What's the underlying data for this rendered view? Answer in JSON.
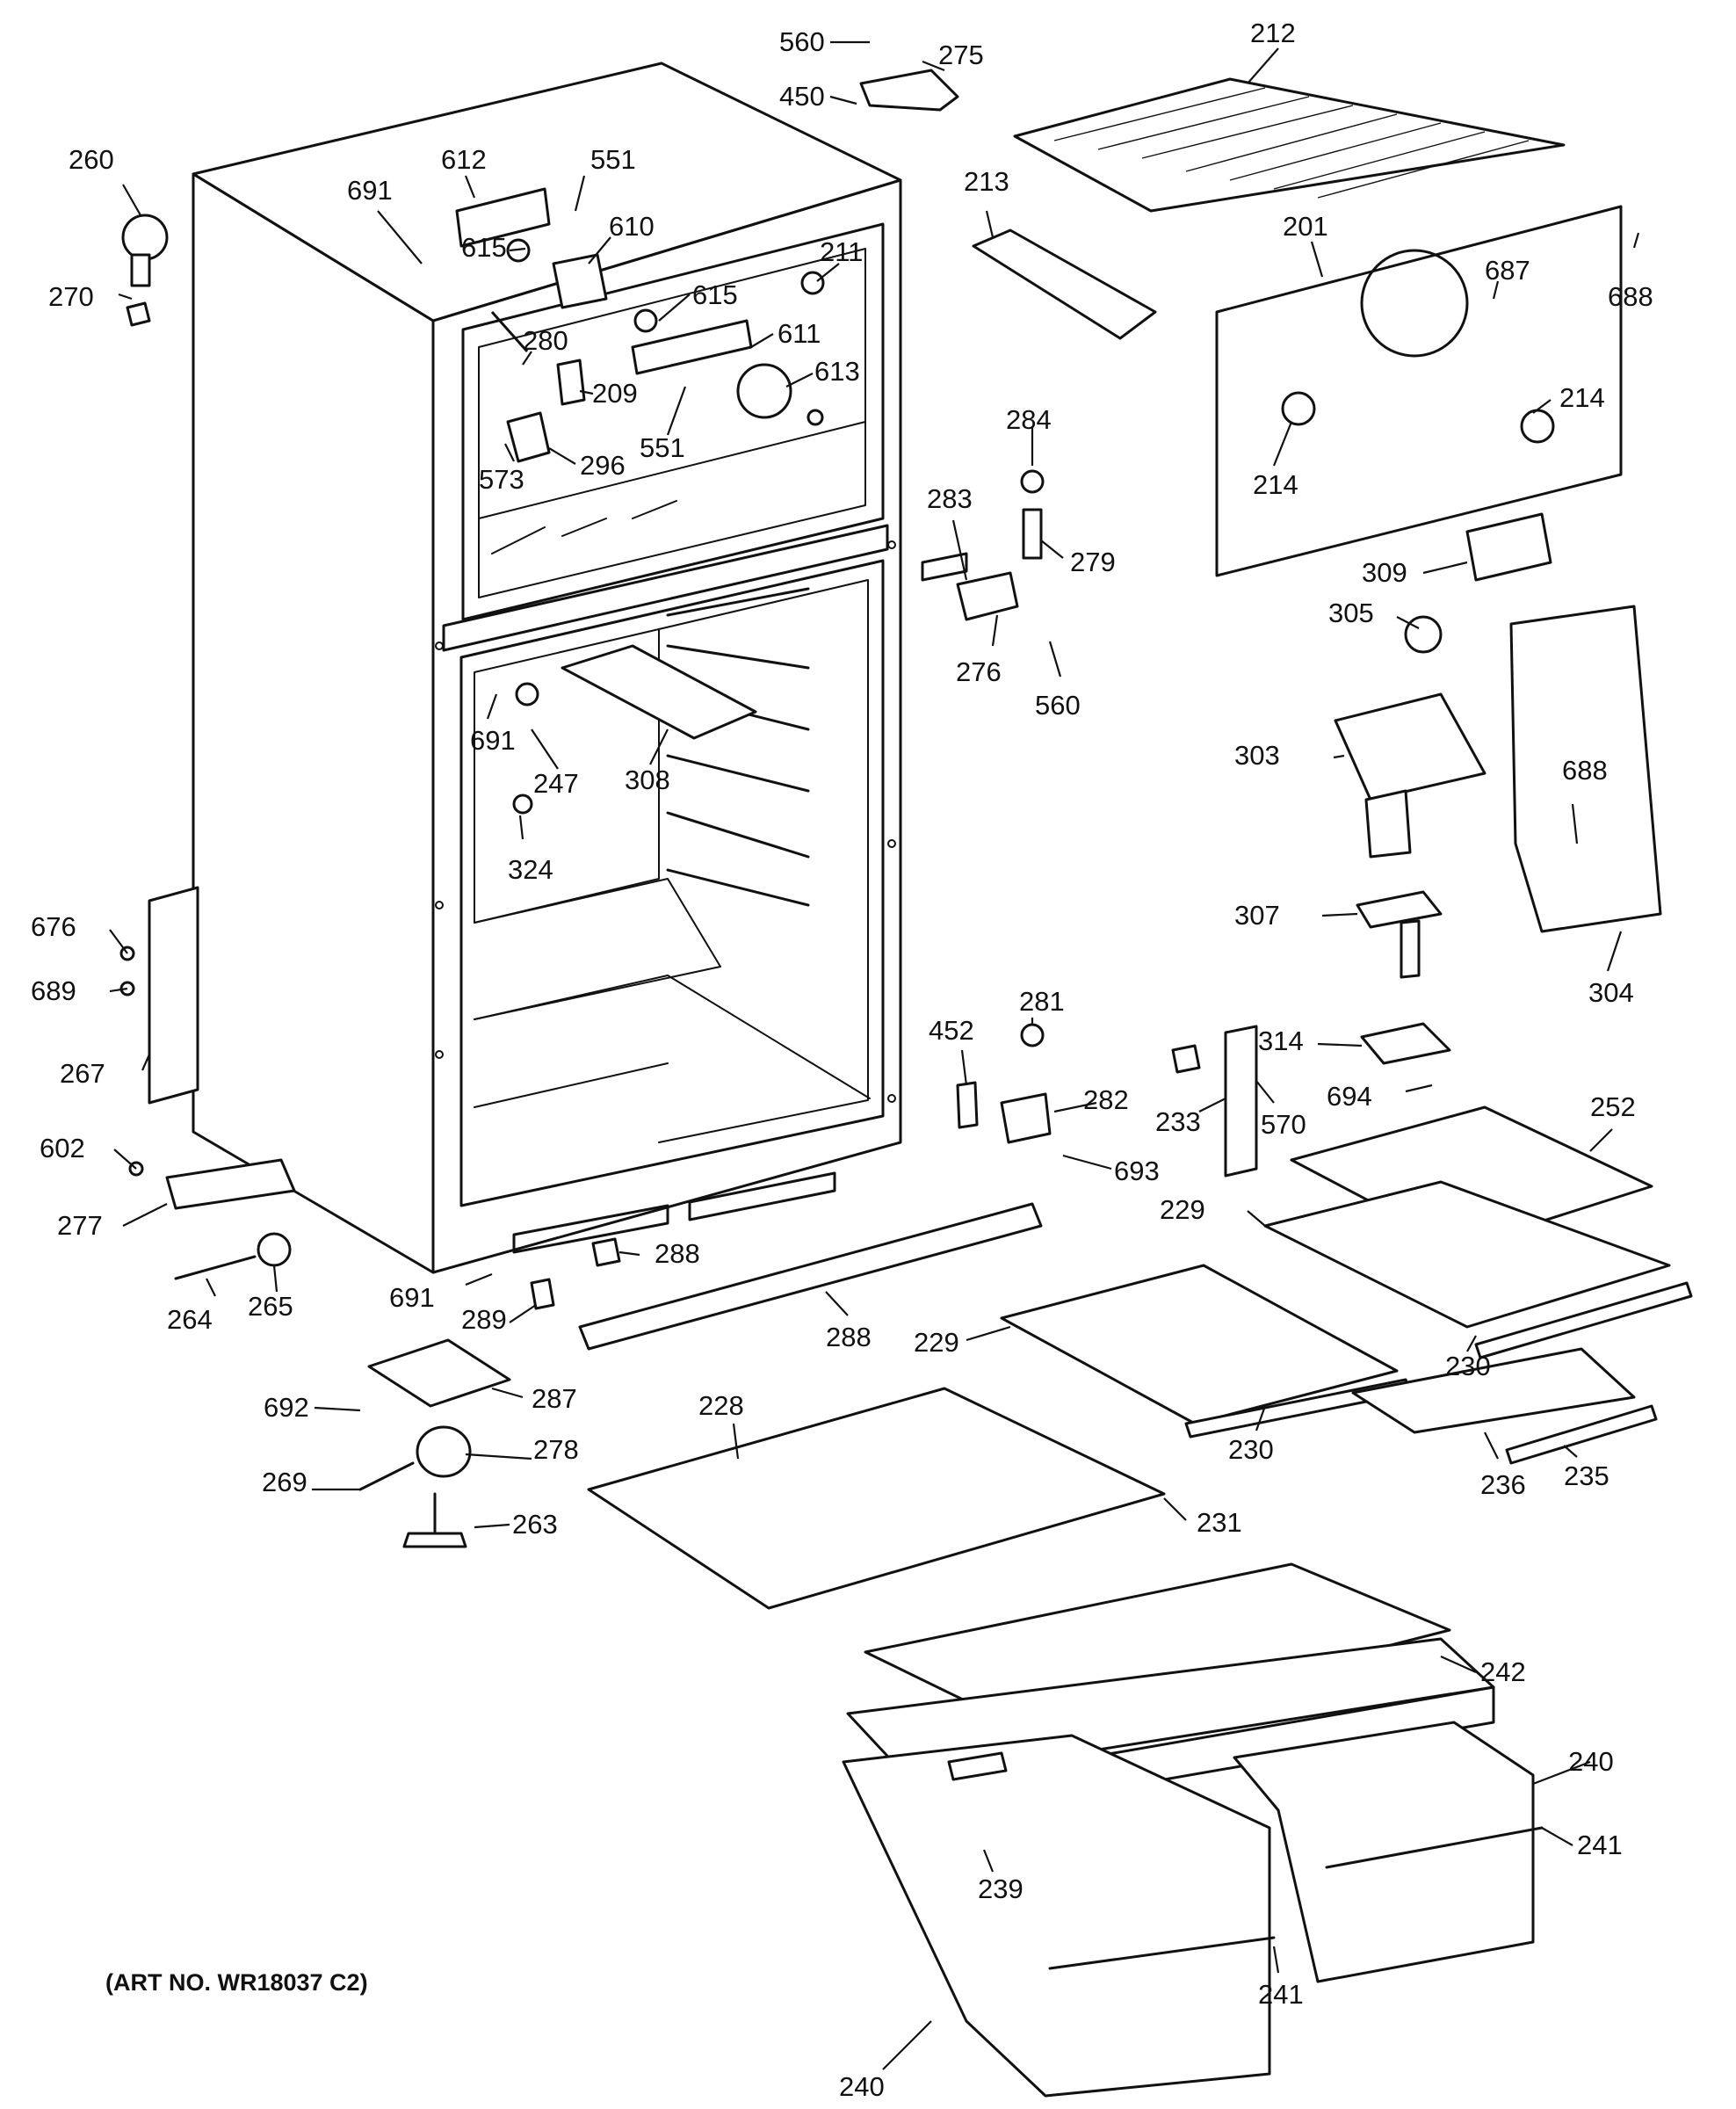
{
  "art_number": "(ART NO. WR18037 C2)",
  "callouts": [
    {
      "id": "c560a",
      "text": "560"
    },
    {
      "id": "c275",
      "text": "275"
    },
    {
      "id": "c450",
      "text": "450"
    },
    {
      "id": "c212",
      "text": "212"
    },
    {
      "id": "c260",
      "text": "260"
    },
    {
      "id": "c612",
      "text": "612"
    },
    {
      "id": "c551a",
      "text": "551"
    },
    {
      "id": "c691a",
      "text": "691"
    },
    {
      "id": "c610",
      "text": "610"
    },
    {
      "id": "c615a",
      "text": "615"
    },
    {
      "id": "c213",
      "text": "213"
    },
    {
      "id": "c201",
      "text": "201"
    },
    {
      "id": "c270",
      "text": "270"
    },
    {
      "id": "c211",
      "text": "211"
    },
    {
      "id": "c615b",
      "text": "615"
    },
    {
      "id": "c687",
      "text": "687"
    },
    {
      "id": "c688a",
      "text": "688"
    },
    {
      "id": "c611",
      "text": "611"
    },
    {
      "id": "c280",
      "text": "280"
    },
    {
      "id": "c613",
      "text": "613"
    },
    {
      "id": "c209",
      "text": "209"
    },
    {
      "id": "c214a",
      "text": "214"
    },
    {
      "id": "c284",
      "text": "284"
    },
    {
      "id": "c551b",
      "text": "551"
    },
    {
      "id": "c296",
      "text": "296"
    },
    {
      "id": "c573",
      "text": "573"
    },
    {
      "id": "c214b",
      "text": "214"
    },
    {
      "id": "c283",
      "text": "283"
    },
    {
      "id": "c279",
      "text": "279"
    },
    {
      "id": "c309",
      "text": "309"
    },
    {
      "id": "c305",
      "text": "305"
    },
    {
      "id": "c276",
      "text": "276"
    },
    {
      "id": "c560b",
      "text": "560"
    },
    {
      "id": "c691b",
      "text": "691"
    },
    {
      "id": "c247",
      "text": "247"
    },
    {
      "id": "c308",
      "text": "308"
    },
    {
      "id": "c303",
      "text": "303"
    },
    {
      "id": "c688b",
      "text": "688"
    },
    {
      "id": "c324",
      "text": "324"
    },
    {
      "id": "c676",
      "text": "676"
    },
    {
      "id": "c307",
      "text": "307"
    },
    {
      "id": "c689",
      "text": "689"
    },
    {
      "id": "c304",
      "text": "304"
    },
    {
      "id": "c452",
      "text": "452"
    },
    {
      "id": "c281",
      "text": "281"
    },
    {
      "id": "c314",
      "text": "314"
    },
    {
      "id": "c267",
      "text": "267"
    },
    {
      "id": "c282",
      "text": "282"
    },
    {
      "id": "c233",
      "text": "233"
    },
    {
      "id": "c570",
      "text": "570"
    },
    {
      "id": "c694",
      "text": "694"
    },
    {
      "id": "c252",
      "text": "252"
    },
    {
      "id": "c602",
      "text": "602"
    },
    {
      "id": "c693",
      "text": "693"
    },
    {
      "id": "c277",
      "text": "277"
    },
    {
      "id": "c229a",
      "text": "229"
    },
    {
      "id": "c288a",
      "text": "288"
    },
    {
      "id": "c691c",
      "text": "691"
    },
    {
      "id": "c264",
      "text": "264"
    },
    {
      "id": "c265",
      "text": "265"
    },
    {
      "id": "c289",
      "text": "289"
    },
    {
      "id": "c288b",
      "text": "288"
    },
    {
      "id": "c229b",
      "text": "229"
    },
    {
      "id": "c230a",
      "text": "230"
    },
    {
      "id": "c692",
      "text": "692"
    },
    {
      "id": "c287",
      "text": "287"
    },
    {
      "id": "c228",
      "text": "228"
    },
    {
      "id": "c230b",
      "text": "230"
    },
    {
      "id": "c269",
      "text": "269"
    },
    {
      "id": "c278",
      "text": "278"
    },
    {
      "id": "c236",
      "text": "236"
    },
    {
      "id": "c235",
      "text": "235"
    },
    {
      "id": "c263",
      "text": "263"
    },
    {
      "id": "c231",
      "text": "231"
    },
    {
      "id": "c242",
      "text": "242"
    },
    {
      "id": "c240a",
      "text": "240"
    },
    {
      "id": "c241a",
      "text": "241"
    },
    {
      "id": "c239",
      "text": "239"
    },
    {
      "id": "c241b",
      "text": "241"
    },
    {
      "id": "c240b",
      "text": "240"
    }
  ]
}
